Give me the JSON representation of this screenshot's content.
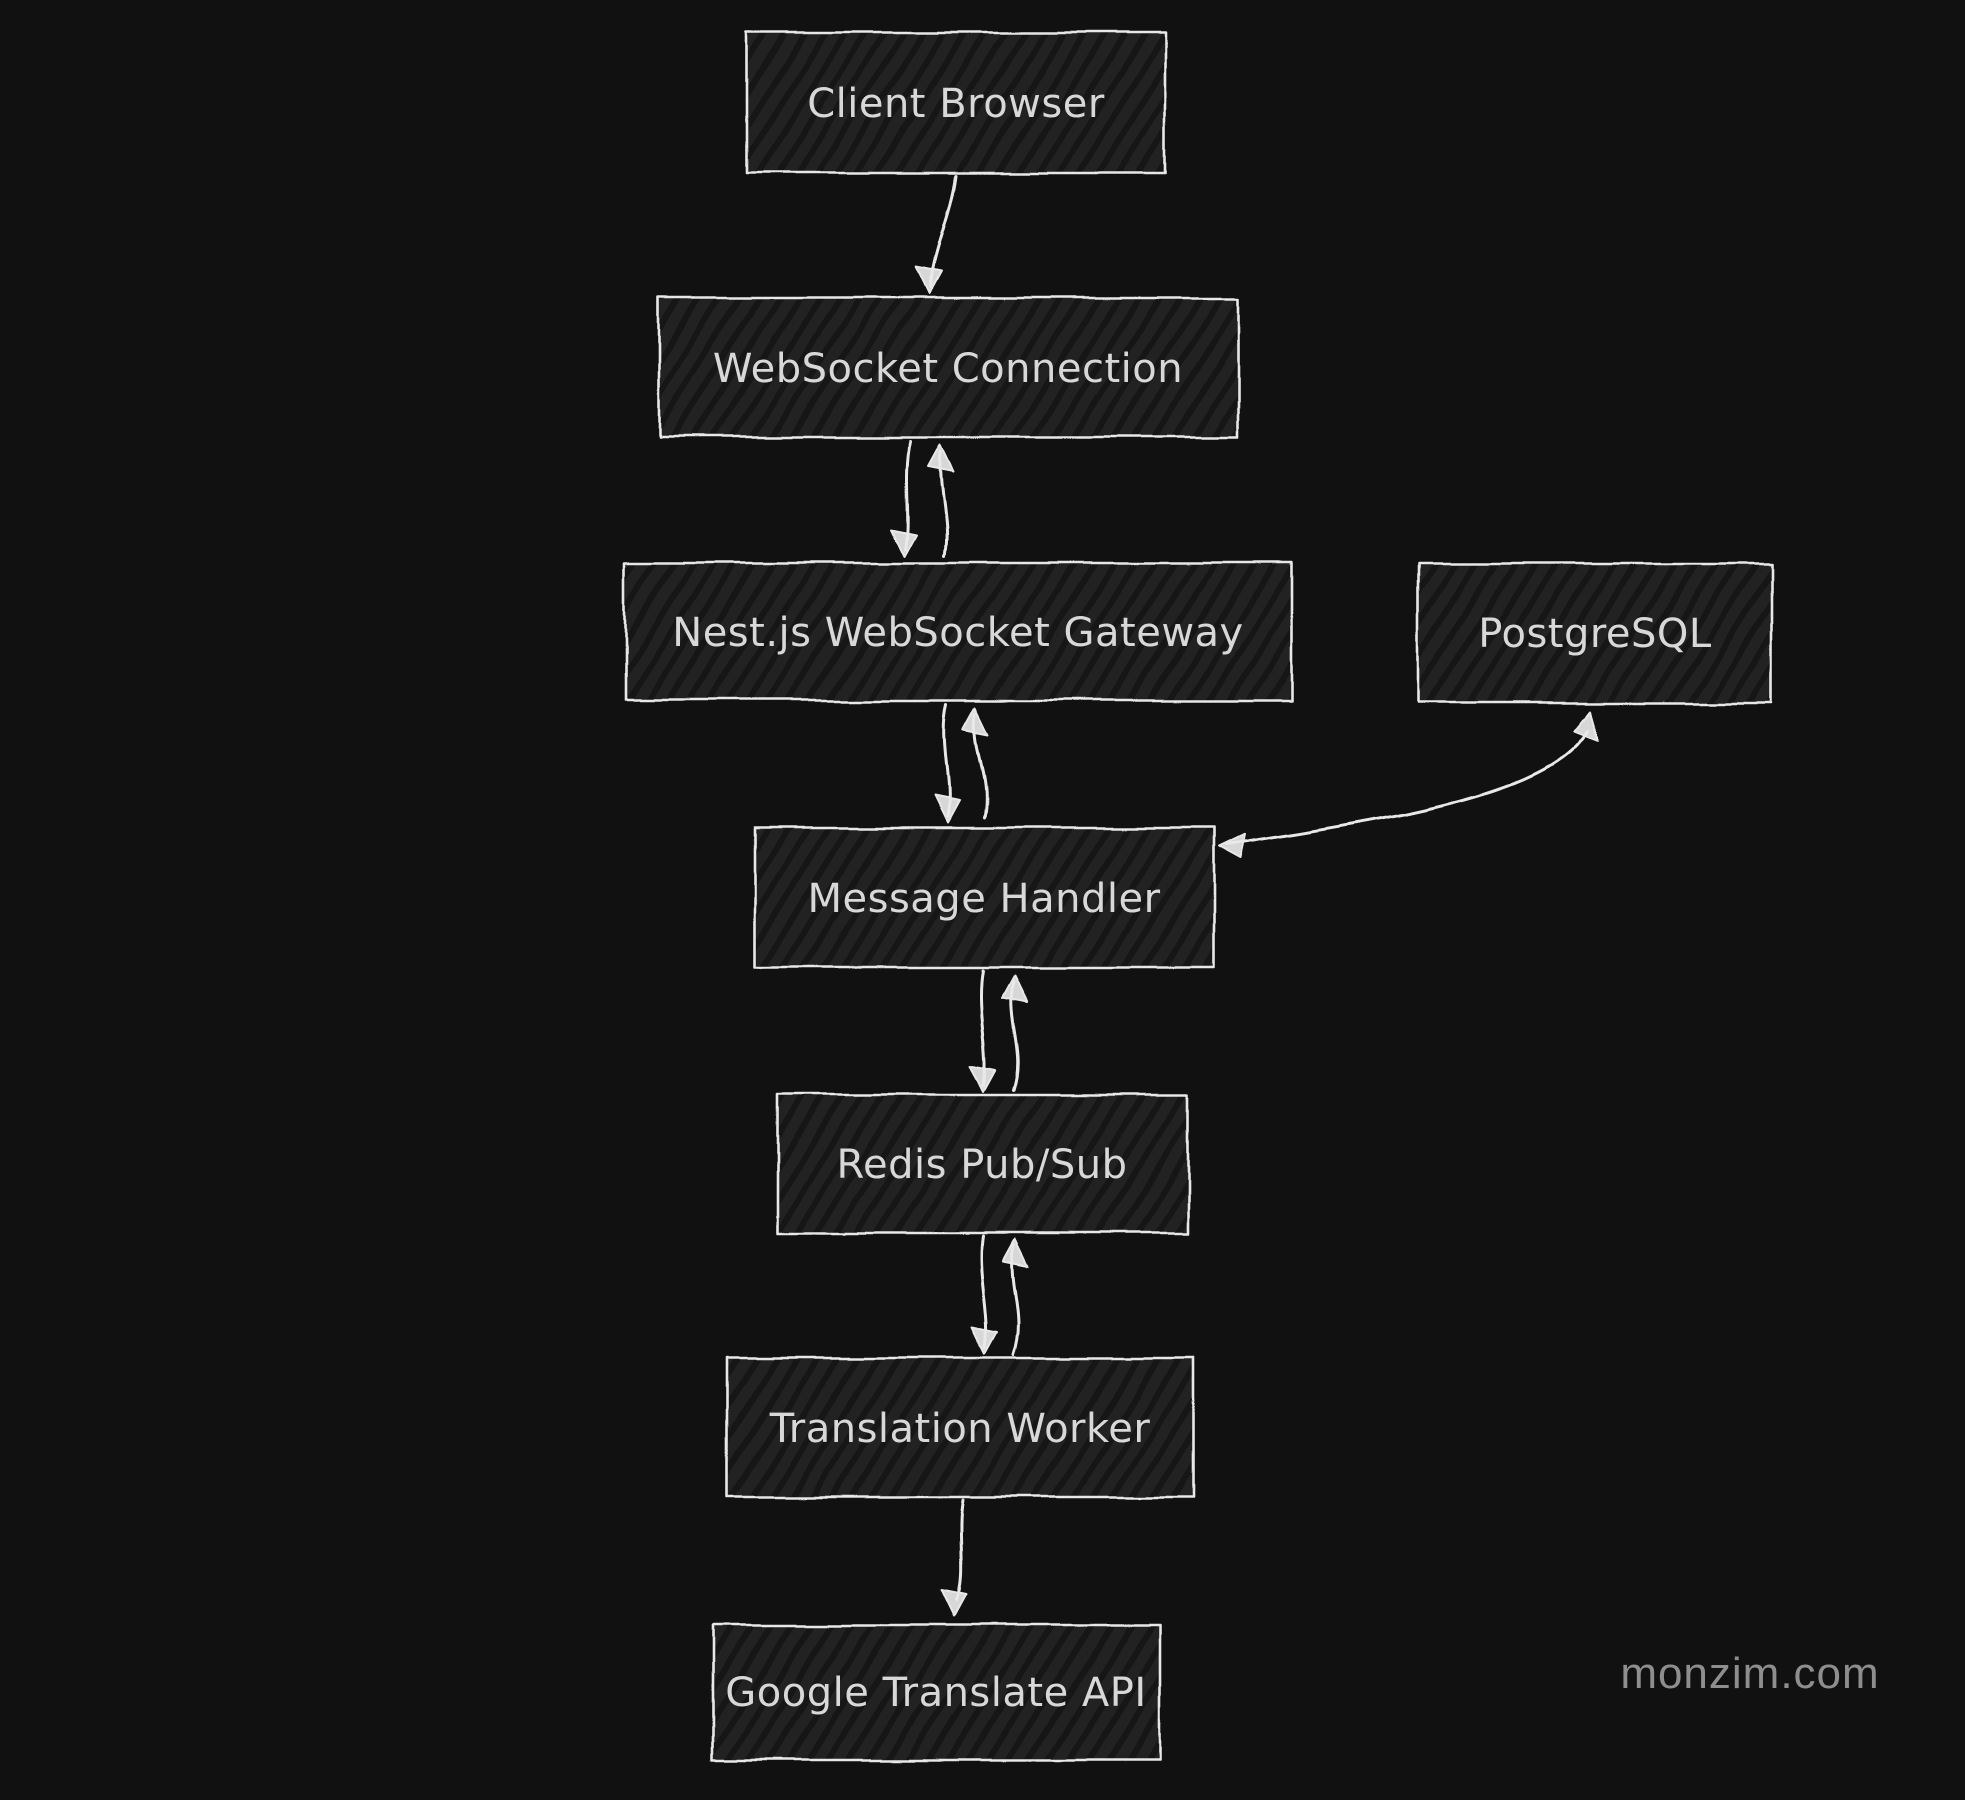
{
  "page": {
    "background_color": "#111111",
    "watermark": "monzim.com"
  },
  "palette": {
    "node_fill": "#222222",
    "node_hatch_stroke": "#141414",
    "outline_stroke": "#e8e8e8",
    "label_color": "#d8d8d8",
    "watermark_color": "#8e8e8e"
  },
  "diagram": {
    "type": "flowchart",
    "style": "hand-drawn-dark",
    "nodes": [
      {
        "id": "client-browser",
        "label": "Client Browser"
      },
      {
        "id": "websocket-connection",
        "label": "WebSocket Connection"
      },
      {
        "id": "nestjs-websocket-gateway",
        "label": "Nest.js WebSocket Gateway"
      },
      {
        "id": "postgresql",
        "label": "PostgreSQL"
      },
      {
        "id": "message-handler",
        "label": "Message Handler"
      },
      {
        "id": "redis-pub-sub",
        "label": "Redis Pub/Sub"
      },
      {
        "id": "translation-worker",
        "label": "Translation Worker"
      },
      {
        "id": "google-translate-api",
        "label": "Google Translate API"
      }
    ],
    "edges": [
      {
        "from": "client-browser",
        "to": "websocket-connection",
        "direction": "one-way"
      },
      {
        "from": "websocket-connection",
        "to": "nestjs-websocket-gateway",
        "direction": "two-way"
      },
      {
        "from": "nestjs-websocket-gateway",
        "to": "message-handler",
        "direction": "two-way"
      },
      {
        "from": "postgresql",
        "to": "message-handler",
        "direction": "two-way"
      },
      {
        "from": "message-handler",
        "to": "redis-pub-sub",
        "direction": "two-way"
      },
      {
        "from": "redis-pub-sub",
        "to": "translation-worker",
        "direction": "two-way"
      },
      {
        "from": "translation-worker",
        "to": "google-translate-api",
        "direction": "one-way"
      }
    ]
  }
}
